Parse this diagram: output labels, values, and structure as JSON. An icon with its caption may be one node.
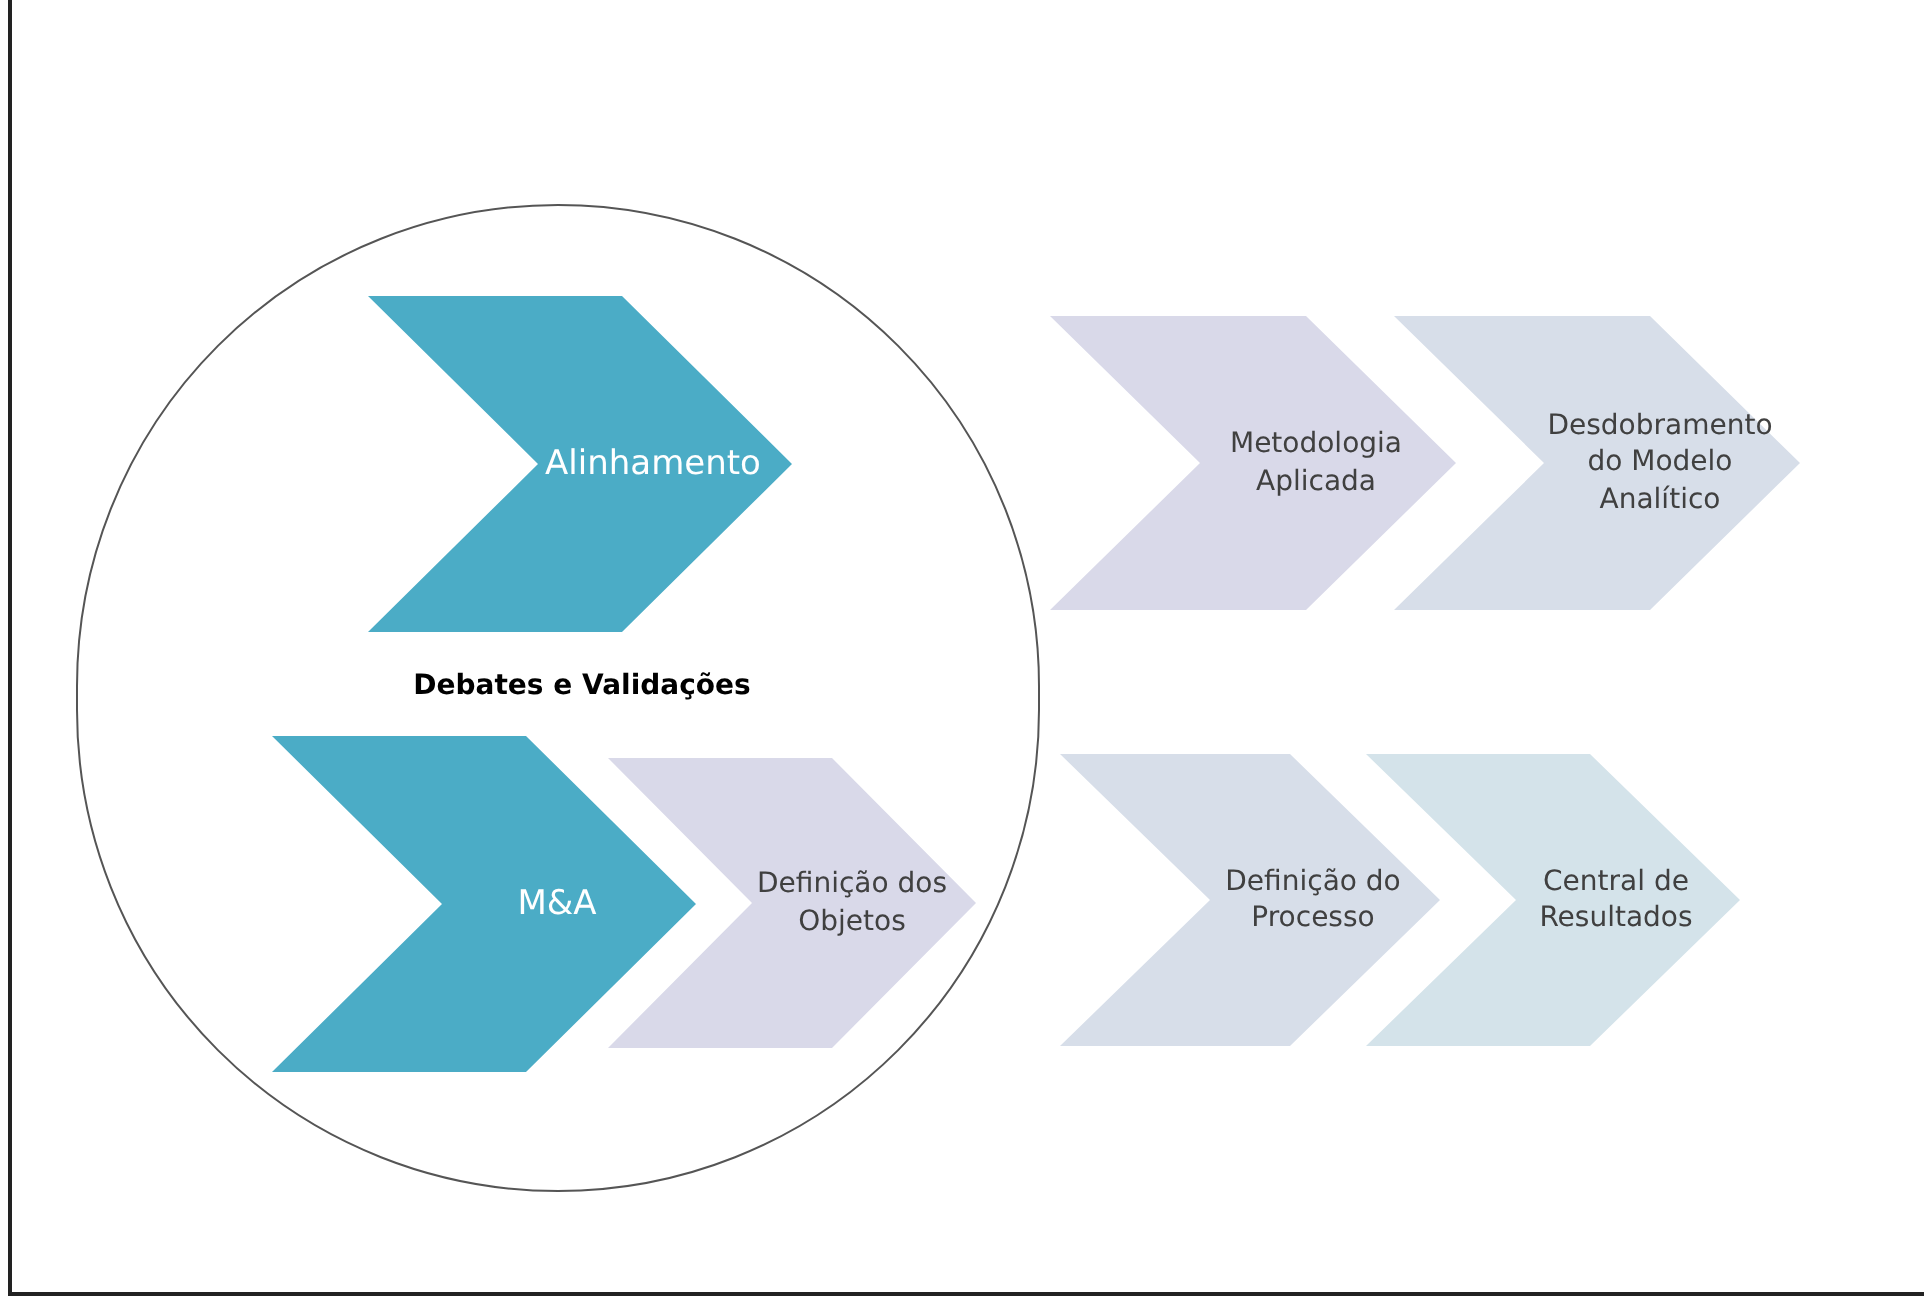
{
  "diagram": {
    "nodes": [
      {
        "text": [
          "Debates e Validações"
        ]
      },
      {
        "text": [
          "Alinhamento"
        ],
        "in": 0
      },
      {
        "text": [
          "M&A"
        ],
        "in": 0
      },
      {
        "text": [
          "Definição dos Objetos"
        ],
        "in": 0
      },
      {
        "text": [
          "Metodologia Aplicada"
        ]
      },
      {
        "text": [
          "Desdobramento do Modelo Analítico"
        ]
      },
      {
        "text": [
          "Definição do Processo"
        ]
      },
      {
        "text": [
          "Central de Resultados"
        ]
      }
    ]
  }
}
